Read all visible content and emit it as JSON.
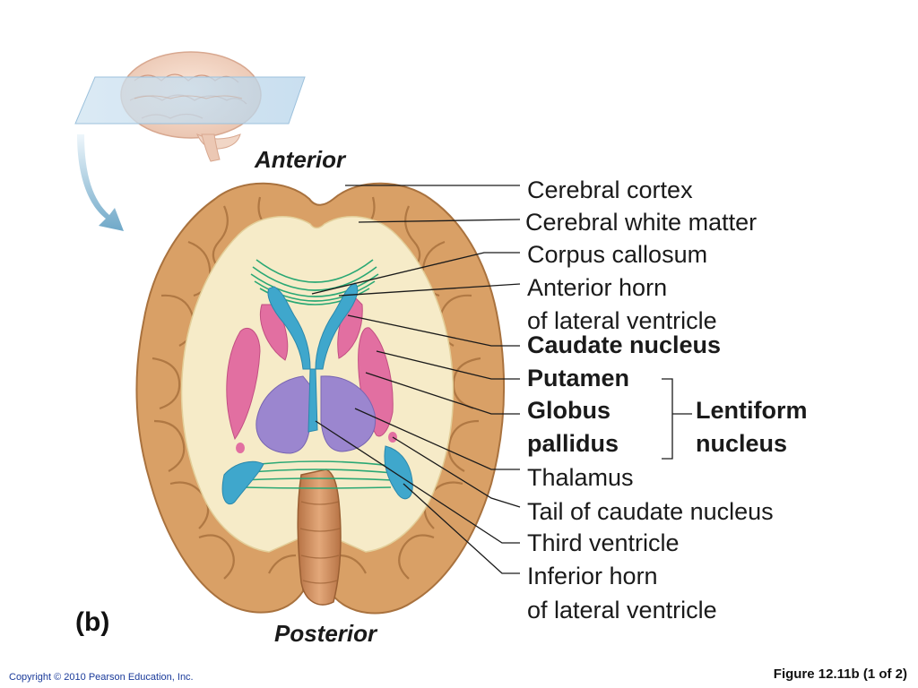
{
  "orientation": {
    "anterior": "Anterior",
    "posterior": "Posterior"
  },
  "labels": {
    "cerebral_cortex": "Cerebral cortex",
    "cerebral_white_matter": "Cerebral white matter",
    "corpus_callosum": "Corpus callosum",
    "anterior_horn_1": "Anterior horn",
    "anterior_horn_2": "of lateral ventricle",
    "caudate_nucleus": "Caudate nucleus",
    "putamen": "Putamen",
    "globus_1": "Globus",
    "globus_2": "pallidus",
    "lentiform_1": "Lentiform",
    "lentiform_2": "nucleus",
    "thalamus": "Thalamus",
    "tail_caudate": "Tail of caudate nucleus",
    "third_ventricle": "Third ventricle",
    "inferior_horn_1": "Inferior horn",
    "inferior_horn_2": "of lateral ventricle"
  },
  "panel_label": "(b)",
  "copyright": "Copyright © 2010 Pearson Education, Inc.",
  "figure_label": "Figure 12.11b (1 of 2)",
  "colors": {
    "cortex": "#d9a066",
    "white_matter": "#f6ebc8",
    "ventricle": "#3fa7cc",
    "caudate_putamen": "#e26fa1",
    "thalamus": "#9b86cf",
    "fibers": "#2aa874",
    "brainstem": "#c98a5a"
  }
}
